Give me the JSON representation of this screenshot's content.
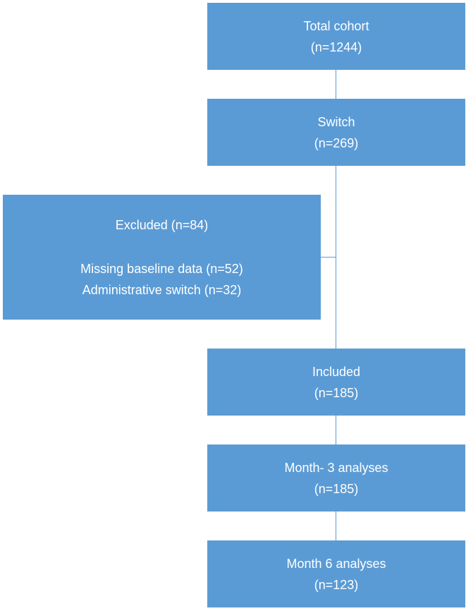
{
  "colors": {
    "box_fill": "#5b9bd5",
    "box_text": "#ffffff",
    "line": "#5b9bd5"
  },
  "boxes": {
    "total": {
      "title": "Total cohort",
      "count": "(n=1244)"
    },
    "switch": {
      "title": "Switch",
      "count": "(n=269)"
    },
    "excluded": {
      "title": "Excluded (n=84)",
      "reasons": [
        "Missing baseline data (n=52)",
        "Administrative switch (n=32)"
      ]
    },
    "included": {
      "title": "Included",
      "count": "(n=185)"
    },
    "month3": {
      "title": "Month- 3 analyses",
      "count": "(n=185)"
    },
    "month6": {
      "title": "Month 6 analyses",
      "count": "(n=123)"
    }
  }
}
